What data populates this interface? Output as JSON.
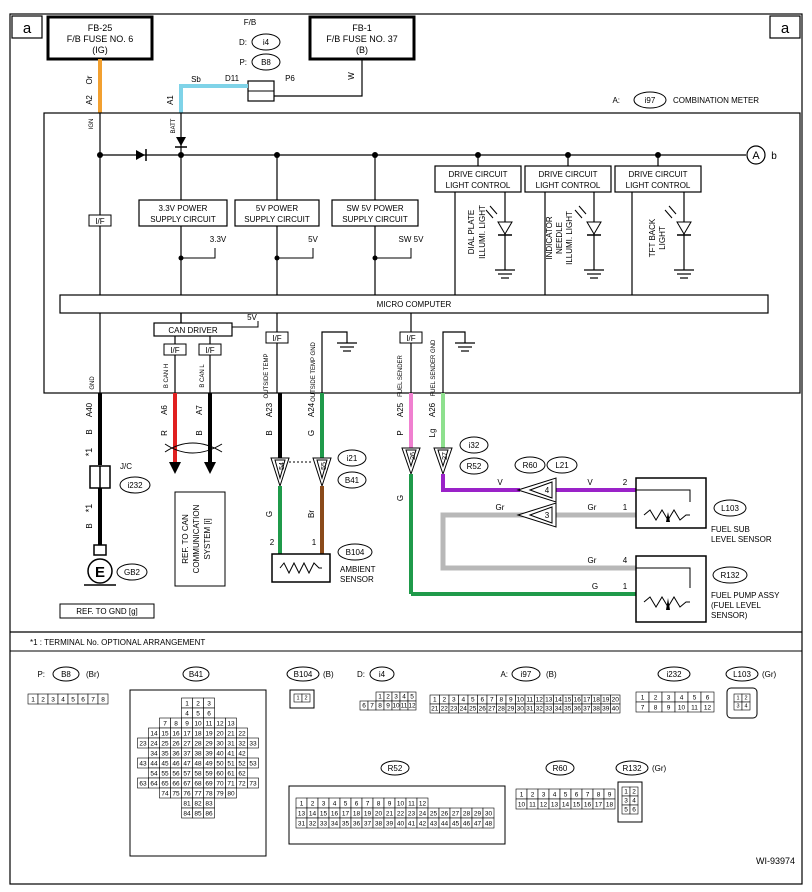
{
  "corner_label": "a",
  "fuses": {
    "fb25": {
      "line1": "FB-25",
      "line2": "F/B FUSE NO. 6",
      "line3": "(IG)"
    },
    "fb1": {
      "line1": "FB-1",
      "line2": "F/B FUSE NO. 37",
      "line3": "(B)"
    }
  },
  "fb_block": {
    "title": "F/B",
    "d_label": "D:",
    "d_conn": "i4",
    "p_label": "P:",
    "p_conn": "B8",
    "d_pin": "D11",
    "p_pin": "P6"
  },
  "wires": {
    "a2": "A2",
    "a2_color": "Or",
    "a1": "A1",
    "a1_color": "Sb",
    "w_color": "W",
    "a40": "A40",
    "a40_color": "B",
    "a6": "A6",
    "a6_color": "R",
    "a7": "A7",
    "a7_color": "B",
    "a23": "A23",
    "a23_color": "B",
    "a24": "A24",
    "a24_color": "G",
    "a25": "A25",
    "a25_color": "P",
    "a26": "A26",
    "a26_color": "Lg",
    "g": "G",
    "br": "Br",
    "v": "V",
    "gr": "Gr",
    "b": "B"
  },
  "meter": {
    "prefix": "A:",
    "conn": "i97",
    "name": "COMBINATION METER"
  },
  "pins": {
    "ign": "IGN",
    "batt": "BATT",
    "gnd": "GND",
    "bcanh": "B CAN H",
    "bcanl": "B CAN L",
    "outside_temp": "OUTSIDE TEMP",
    "outside_temp_gnd": "OUTSIDE TEMP GND",
    "fuel_sender": "FUEL SENDER",
    "fuel_sender_gnd": "FUEL SENDER GND"
  },
  "terminal_a": "A",
  "terminal_b": "b",
  "blocks": {
    "ps33": {
      "line1": "3.3V POWER",
      "line2": "SUPPLY CIRCUIT",
      "out": "3.3V"
    },
    "ps5": {
      "line1": "5V POWER",
      "line2": "SUPPLY CIRCUIT",
      "out": "5V"
    },
    "pssw5": {
      "line1": "SW 5V POWER",
      "line2": "SUPPLY CIRCUIT",
      "out": "SW 5V"
    },
    "dc1": {
      "line1": "DRIVE CIRCUIT",
      "line2": "LIGHT CONTROL",
      "lamp": [
        "DIAL PLATE",
        "ILLUMI. LIGHT"
      ]
    },
    "dc2": {
      "line1": "DRIVE CIRCUIT",
      "line2": "LIGHT CONTROL",
      "lamp": [
        "INDICATOR",
        "NEEDLE",
        "ILLUMI. LIGHT"
      ]
    },
    "dc3": {
      "line1": "DRIVE CIRCUIT",
      "line2": "LIGHT CONTROL",
      "lamp": [
        "TFT BACK",
        "LIGHT"
      ]
    },
    "micro": "MICRO COMPUTER",
    "can_driver": "CAN DRIVER",
    "can_5v": "5V",
    "if": "I/F"
  },
  "ground": {
    "star": "*1",
    "jc": "J/C",
    "jc_conn": "i232",
    "gb2": "GB2",
    "e": "E",
    "ref": "REF. TO GND [g]"
  },
  "can_ref": [
    "REF. TO CAN",
    "COMMUNICATION",
    "SYSTEM [i]"
  ],
  "i21": {
    "conn1": "i21",
    "conn2": "B41",
    "pin1": "54",
    "pin2": "55"
  },
  "ambient": {
    "conn": "B104",
    "pin2": "2",
    "pin1": "1",
    "label1": "AMBIENT",
    "label2": "SENSOR"
  },
  "i32": {
    "conn1": "i32",
    "conn2": "R52",
    "pin1": "26",
    "pin2": "27"
  },
  "r60": {
    "conn1": "R60",
    "conn2": "L21",
    "pin4": "4",
    "pin3": "3"
  },
  "fuel_sub": {
    "conn": "L103",
    "pin2": "2",
    "pin1": "1",
    "label": [
      "FUEL SUB",
      "LEVEL SENSOR"
    ]
  },
  "fuel_pump": {
    "conn": "R132",
    "pin4": "4",
    "pin1": "1",
    "label": [
      "FUEL PUMP ASSY",
      "(FUEL LEVEL",
      "SENSOR)"
    ]
  },
  "footnote": "*1 : TERMINAL No. OPTIONAL ARRANGEMENT",
  "connectors": {
    "b8": {
      "prefix": "P:",
      "name": "B8",
      "suffix": "(Br)",
      "rows": [
        [
          "1",
          "2",
          "3",
          "4",
          "5",
          "6",
          "7",
          "8"
        ]
      ]
    },
    "b41": {
      "name": "B41",
      "rows": [
        [
          "1",
          "2",
          "3"
        ],
        [
          "4",
          "5",
          "6"
        ],
        [
          "7",
          "8",
          "9",
          "10",
          "11",
          "12",
          "13"
        ],
        [
          "14",
          "15",
          "16",
          "17",
          "18",
          "19",
          "20",
          "21",
          "22"
        ],
        [
          "23",
          "24",
          "25",
          "26",
          "27",
          "28",
          "29",
          "30",
          "31",
          "32",
          "33"
        ],
        [
          "34",
          "35",
          "36",
          "37",
          "38",
          "39",
          "40",
          "41",
          "42"
        ],
        [
          "43",
          "44",
          "45",
          "46",
          "47",
          "48",
          "49",
          "50",
          "51",
          "52",
          "53"
        ],
        [
          "54",
          "55",
          "56",
          "57",
          "58",
          "59",
          "60",
          "61",
          "62"
        ],
        [
          "63",
          "64",
          "65",
          "66",
          "67",
          "68",
          "69",
          "70",
          "71",
          "72",
          "73"
        ],
        [
          "74",
          "75",
          "76",
          "77",
          "78",
          "79",
          "80"
        ],
        [
          "81",
          "82",
          "83"
        ],
        [
          "84",
          "85",
          "86"
        ]
      ]
    },
    "b104": {
      "name": "B104",
      "suffix": "(B)",
      "rows": [
        [
          "1",
          "2"
        ]
      ]
    },
    "i4": {
      "prefix": "D:",
      "name": "i4",
      "rows": [
        [
          "1",
          "2",
          "3",
          "4",
          "5"
        ],
        [
          "6",
          "7",
          "8",
          "9",
          "10",
          "11",
          "12"
        ]
      ]
    },
    "i97": {
      "prefix": "A:",
      "name": "i97",
      "suffix": "(B)",
      "rows": [
        [
          "1",
          "2",
          "3",
          "4",
          "5",
          "6",
          "7",
          "8",
          "9",
          "10",
          "11",
          "12",
          "13",
          "14",
          "15",
          "16",
          "17",
          "18",
          "19",
          "20"
        ],
        [
          "21",
          "22",
          "23",
          "24",
          "25",
          "26",
          "27",
          "28",
          "29",
          "30",
          "31",
          "32",
          "33",
          "34",
          "35",
          "36",
          "37",
          "38",
          "39",
          "40"
        ]
      ]
    },
    "i232": {
      "name": "i232",
      "rows": [
        [
          "1",
          "2",
          "3",
          "4",
          "5",
          "6"
        ],
        [
          "7",
          "8",
          "9",
          "10",
          "11",
          "12"
        ]
      ]
    },
    "l103": {
      "name": "L103",
      "suffix": "(Gr)",
      "rows": [
        [
          "1",
          "2"
        ],
        [
          "3",
          "4"
        ]
      ]
    },
    "r52": {
      "name": "R52",
      "rows": [
        [
          "1",
          "2",
          "3",
          "4",
          "5",
          "6",
          "7",
          "8",
          "9",
          "10",
          "11",
          "12"
        ],
        [
          "13",
          "14",
          "15",
          "16",
          "17",
          "18",
          "19",
          "20",
          "21",
          "22",
          "23",
          "24",
          "25",
          "26",
          "27",
          "28",
          "29",
          "30"
        ],
        [
          "31",
          "32",
          "33",
          "34",
          "35",
          "36",
          "37",
          "38",
          "39",
          "40",
          "41",
          "42",
          "43",
          "44",
          "45",
          "46",
          "47",
          "48"
        ]
      ]
    },
    "r60": {
      "name": "R60",
      "rows": [
        [
          "1",
          "2",
          "3",
          "4",
          "5",
          "6",
          "7",
          "8",
          "9"
        ],
        [
          "10",
          "11",
          "12",
          "13",
          "14",
          "15",
          "16",
          "17",
          "18"
        ]
      ]
    },
    "r132": {
      "name": "R132",
      "suffix": "(Gr)",
      "rows": [
        [
          "1",
          "2"
        ],
        [
          "3",
          "4"
        ],
        [
          "5",
          "6"
        ]
      ]
    }
  },
  "doc_id": "WI-93974",
  "colors": {
    "orange": "#f2a030",
    "skyblue": "#7fd3e8",
    "red": "#e02020",
    "green": "#1f9a4a",
    "brown": "#8a4a1a",
    "pink": "#f080d0",
    "lightgreen": "#8ee08e",
    "violet": "#9a22c8",
    "gray": "#b8b8b8"
  }
}
